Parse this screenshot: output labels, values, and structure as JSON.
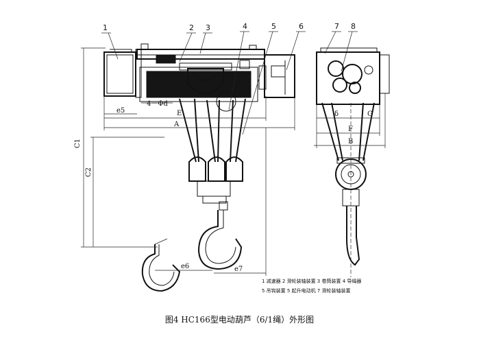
{
  "caption": "图4   HC166型电动葫芦（6/1绳）外形图",
  "part_numbers": [
    "1",
    "2",
    "3",
    "4",
    "5",
    "6",
    "7",
    "8"
  ],
  "legend": [
    "1 减速器 2 滑轮装轴装置 3 卷筒装置 4 导绳器",
    "5 吊钩装置 5 起升电动机 7 滑轮装轴装置"
  ],
  "dimension_labels": {
    "e5": "e5",
    "bolt": "4－Φd",
    "E": "E",
    "A": "A",
    "C1": "C1",
    "C2": "C2",
    "e6": "e6",
    "e7": "e7",
    "delta": "δ",
    "G": "G",
    "F": "F",
    "B": "B"
  }
}
